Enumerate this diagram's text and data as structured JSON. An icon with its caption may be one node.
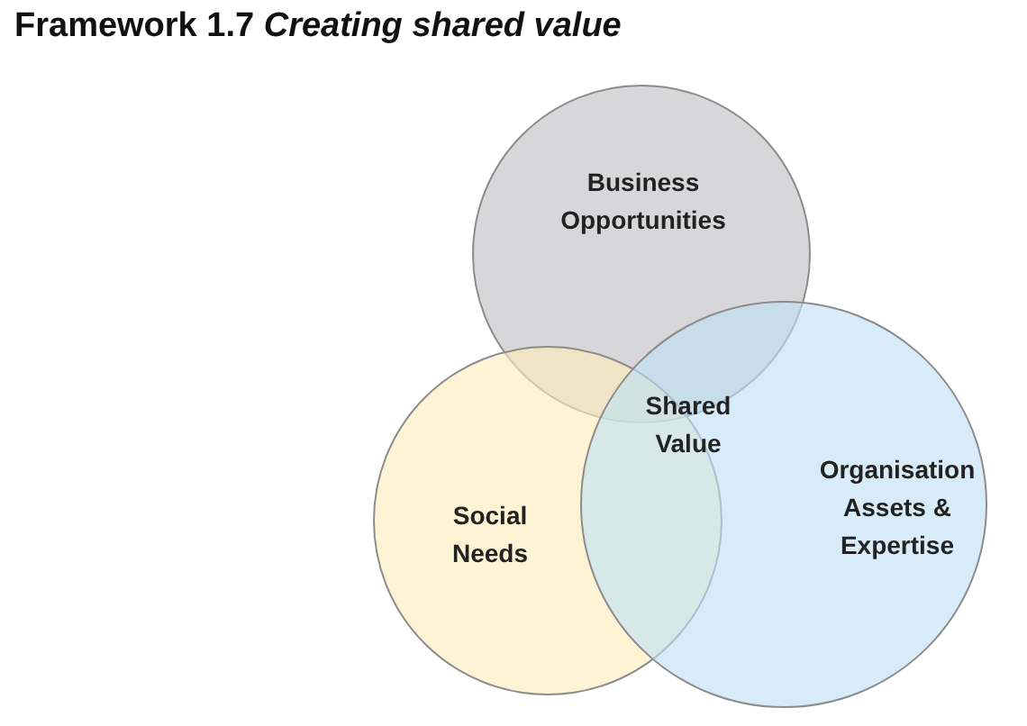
{
  "diagram": {
    "title": "Framework 1.7 *Creating shared value*",
    "nodes": [
      {
        "text": [
          "Business Opportunities"
        ]
      },
      {
        "text": [
          "Social Needs"
        ]
      },
      {
        "text": [
          "Organisation Assets & Expertise"
        ]
      }
    ],
    "labels": [
      "Shared Value"
    ]
  }
}
